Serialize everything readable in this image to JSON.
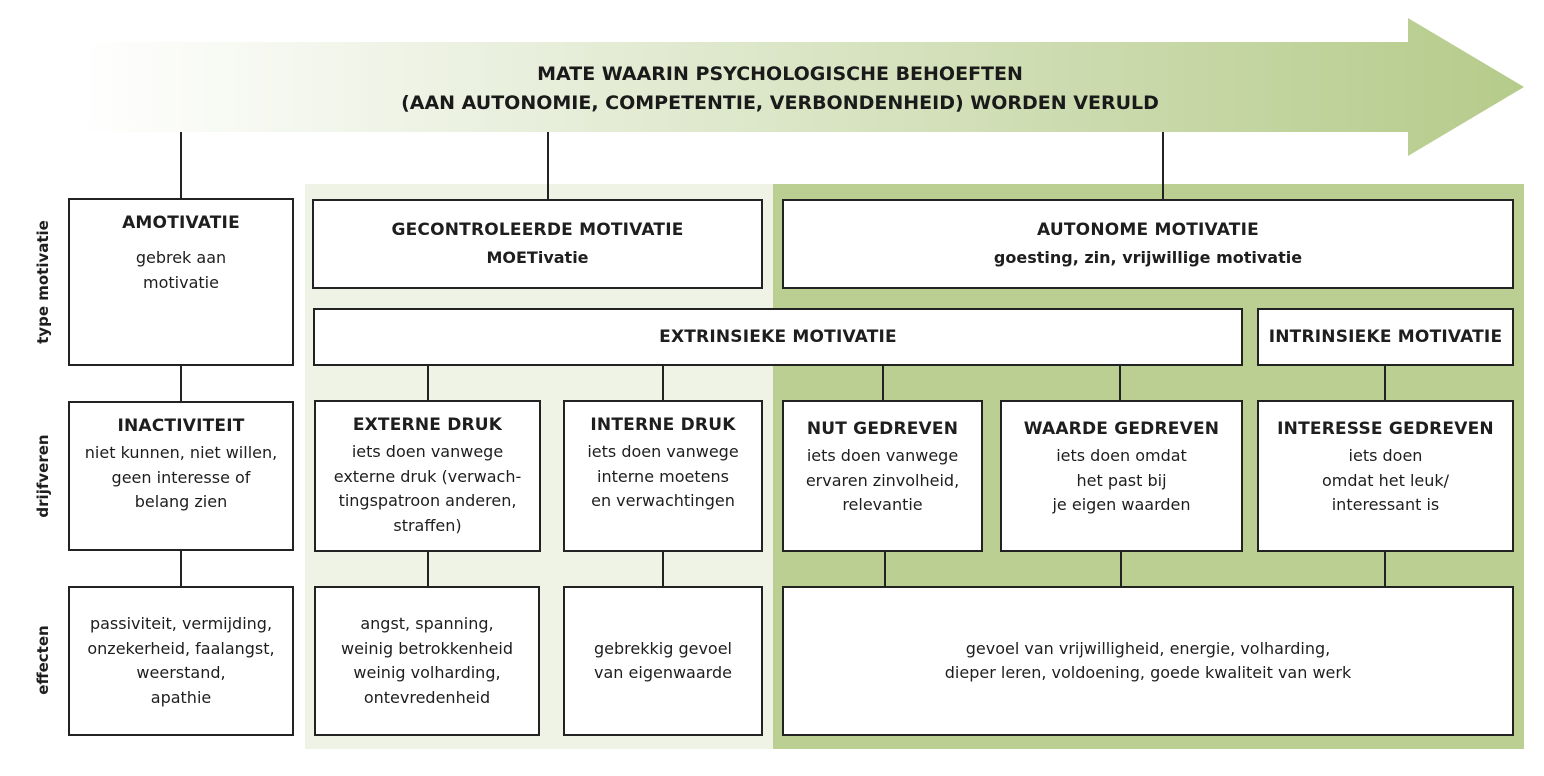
{
  "arrow": {
    "line1": "MATE WAARIN PSYCHOLOGISCHE BEHOEFTEN",
    "line2": "(AAN AUTONOMIE, COMPETENTIE, VERBONDENHEID) WORDEN VERULD"
  },
  "row_labels": {
    "type": "type motivatie",
    "drijfveren": "drijfveren",
    "effecten": "effecten"
  },
  "type_motivatie": {
    "amotivatie": {
      "title": "AMOTIVATIE",
      "sub": "gebrek aan\nmotivatie"
    },
    "gecontroleerd": {
      "title": "GECONTROLEERDE MOTIVATIE",
      "sub": "MOETivatie"
    },
    "autonoom": {
      "title": "AUTONOME MOTIVATIE",
      "sub": "goesting, zin, vrijwillige motivatie"
    },
    "extrinsiek": {
      "title": "EXTRINSIEKE MOTIVATIE"
    },
    "intrinsiek": {
      "title": "INTRINSIEKE MOTIVATIE"
    }
  },
  "drijfveren": {
    "inactiviteit": {
      "title": "INACTIVITEIT",
      "text": "niet kunnen, niet willen,\ngeen interesse of\nbelang zien"
    },
    "externe_druk": {
      "title": "EXTERNE DRUK",
      "text": "iets doen vanwege\nexterne druk (verwach-\ntingspatroon anderen,\nstraffen)"
    },
    "interne_druk": {
      "title": "INTERNE DRUK",
      "text": "iets doen vanwege\ninterne moetens\nen verwachtingen"
    },
    "nut": {
      "title": "NUT GEDREVEN",
      "text": "iets doen vanwege\nervaren zinvolheid,\nrelevantie"
    },
    "waarde": {
      "title": "WAARDE GEDREVEN",
      "text": "iets doen omdat\nhet past bij\nje eigen waarden"
    },
    "interesse": {
      "title": "INTERESSE GEDREVEN",
      "text": "iets doen\nomdat het leuk/\ninteressant is"
    }
  },
  "effecten": {
    "amotivatie": "passiviteit, vermijding,\nonzekerheid, faalangst,\nweerstand,\napathie",
    "externe": "angst, spanning,\nweinig betrokkenheid\nweinig volharding,\nontevredenheid",
    "interne": "gebrekkig gevoel\nvan eigenwaarde",
    "autonoom": "gevoel van vrijwilligheid, energie, volharding,\ndieper leren, voldoening, goede kwaliteit van werk"
  },
  "colors": {
    "arrow_start": "#ffffff",
    "arrow_end": "#b5cb8a",
    "light_zone": "#eef3e6",
    "green_zone": "#bccf92",
    "line": "#222222"
  }
}
